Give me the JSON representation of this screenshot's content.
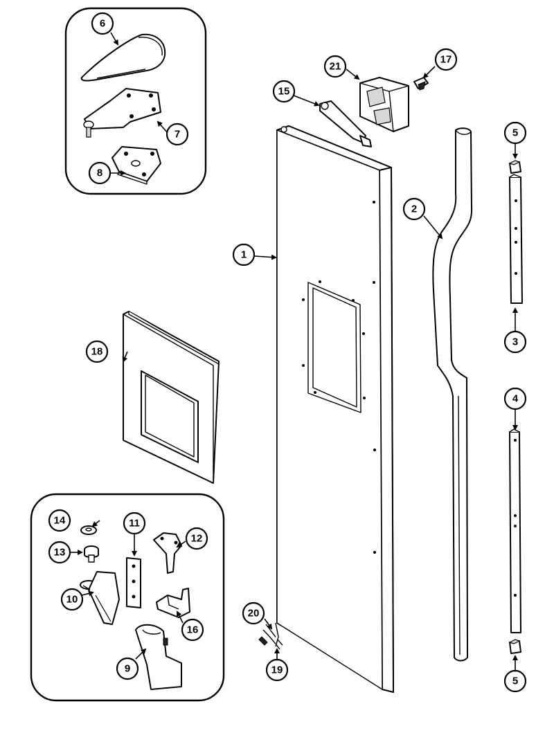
{
  "callouts": [
    {
      "label": "1"
    },
    {
      "label": "2"
    },
    {
      "label": "3"
    },
    {
      "label": "4"
    },
    {
      "label": "5"
    },
    {
      "label": "5"
    },
    {
      "label": "6"
    },
    {
      "label": "7"
    },
    {
      "label": "8"
    },
    {
      "label": "9"
    },
    {
      "label": "10"
    },
    {
      "label": "11"
    },
    {
      "label": "12"
    },
    {
      "label": "13"
    },
    {
      "label": "14"
    },
    {
      "label": "15"
    },
    {
      "label": "16"
    },
    {
      "label": "17"
    },
    {
      "label": "18"
    },
    {
      "label": "19"
    },
    {
      "label": "20"
    },
    {
      "label": "21"
    }
  ]
}
